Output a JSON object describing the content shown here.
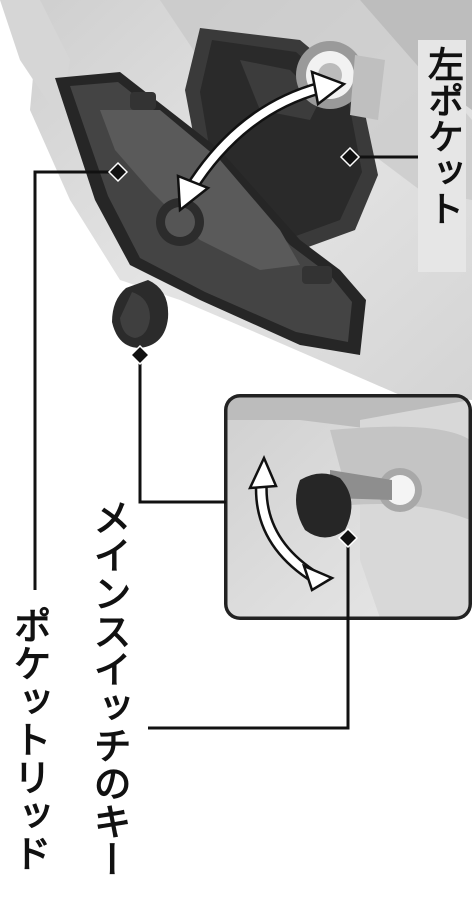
{
  "labels": {
    "left_pocket": "左ポケット",
    "pocket_lid": "ポケットリッド",
    "main_switch_key": "メインスイッチのキー"
  },
  "colors": {
    "photo_background": "#dcdcdc",
    "leader_line": "#111111",
    "label_background": "#e6e6e6",
    "arrow_fill": "#ffffff"
  }
}
